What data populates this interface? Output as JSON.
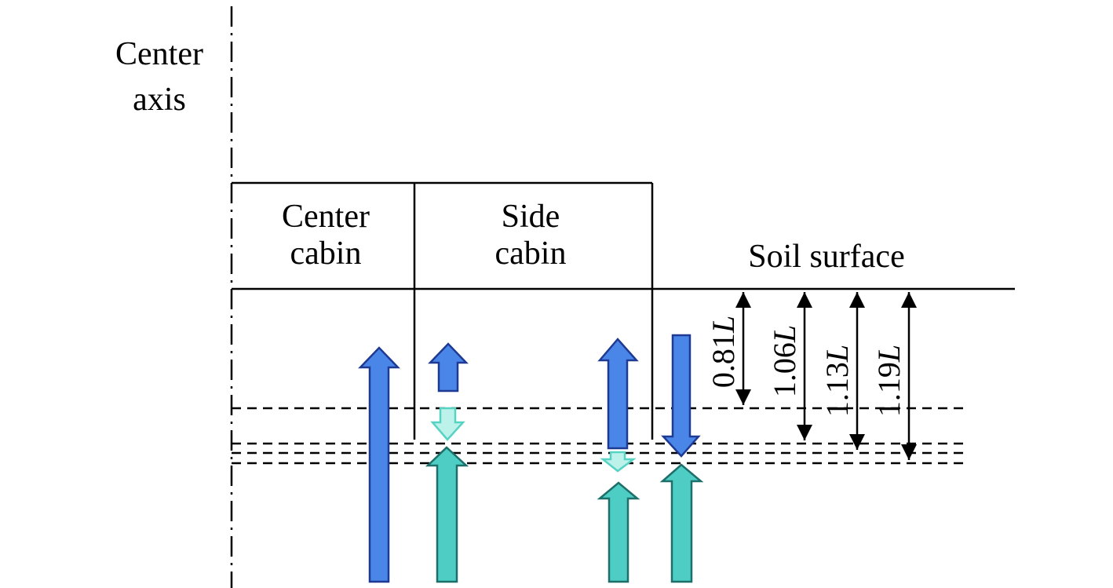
{
  "labels": {
    "center_axis_line1": "Center",
    "center_axis_line2": "axis",
    "center_cabin_line1": "Center",
    "center_cabin_line2": "cabin",
    "side_cabin_line1": "Side",
    "side_cabin_line2": "cabin",
    "soil_surface": "Soil surface"
  },
  "depth_annotations": [
    {
      "value": "0.81",
      "unit": "L"
    },
    {
      "value": "1.06",
      "unit": "L"
    },
    {
      "value": "1.13",
      "unit": "L"
    },
    {
      "value": "1.19",
      "unit": "L"
    }
  ],
  "colors": {
    "upper_arrow_fill": "#4a86e8",
    "upper_arrow_stroke": "#1f3a93",
    "lower_arrow_fill": "#4ecdc4",
    "lower_arrow_stroke": "#1d6f6a",
    "faded_arrow_fill": "#bdf2ea",
    "faded_arrow_stroke": "#57d3c4",
    "line": "#000000"
  }
}
